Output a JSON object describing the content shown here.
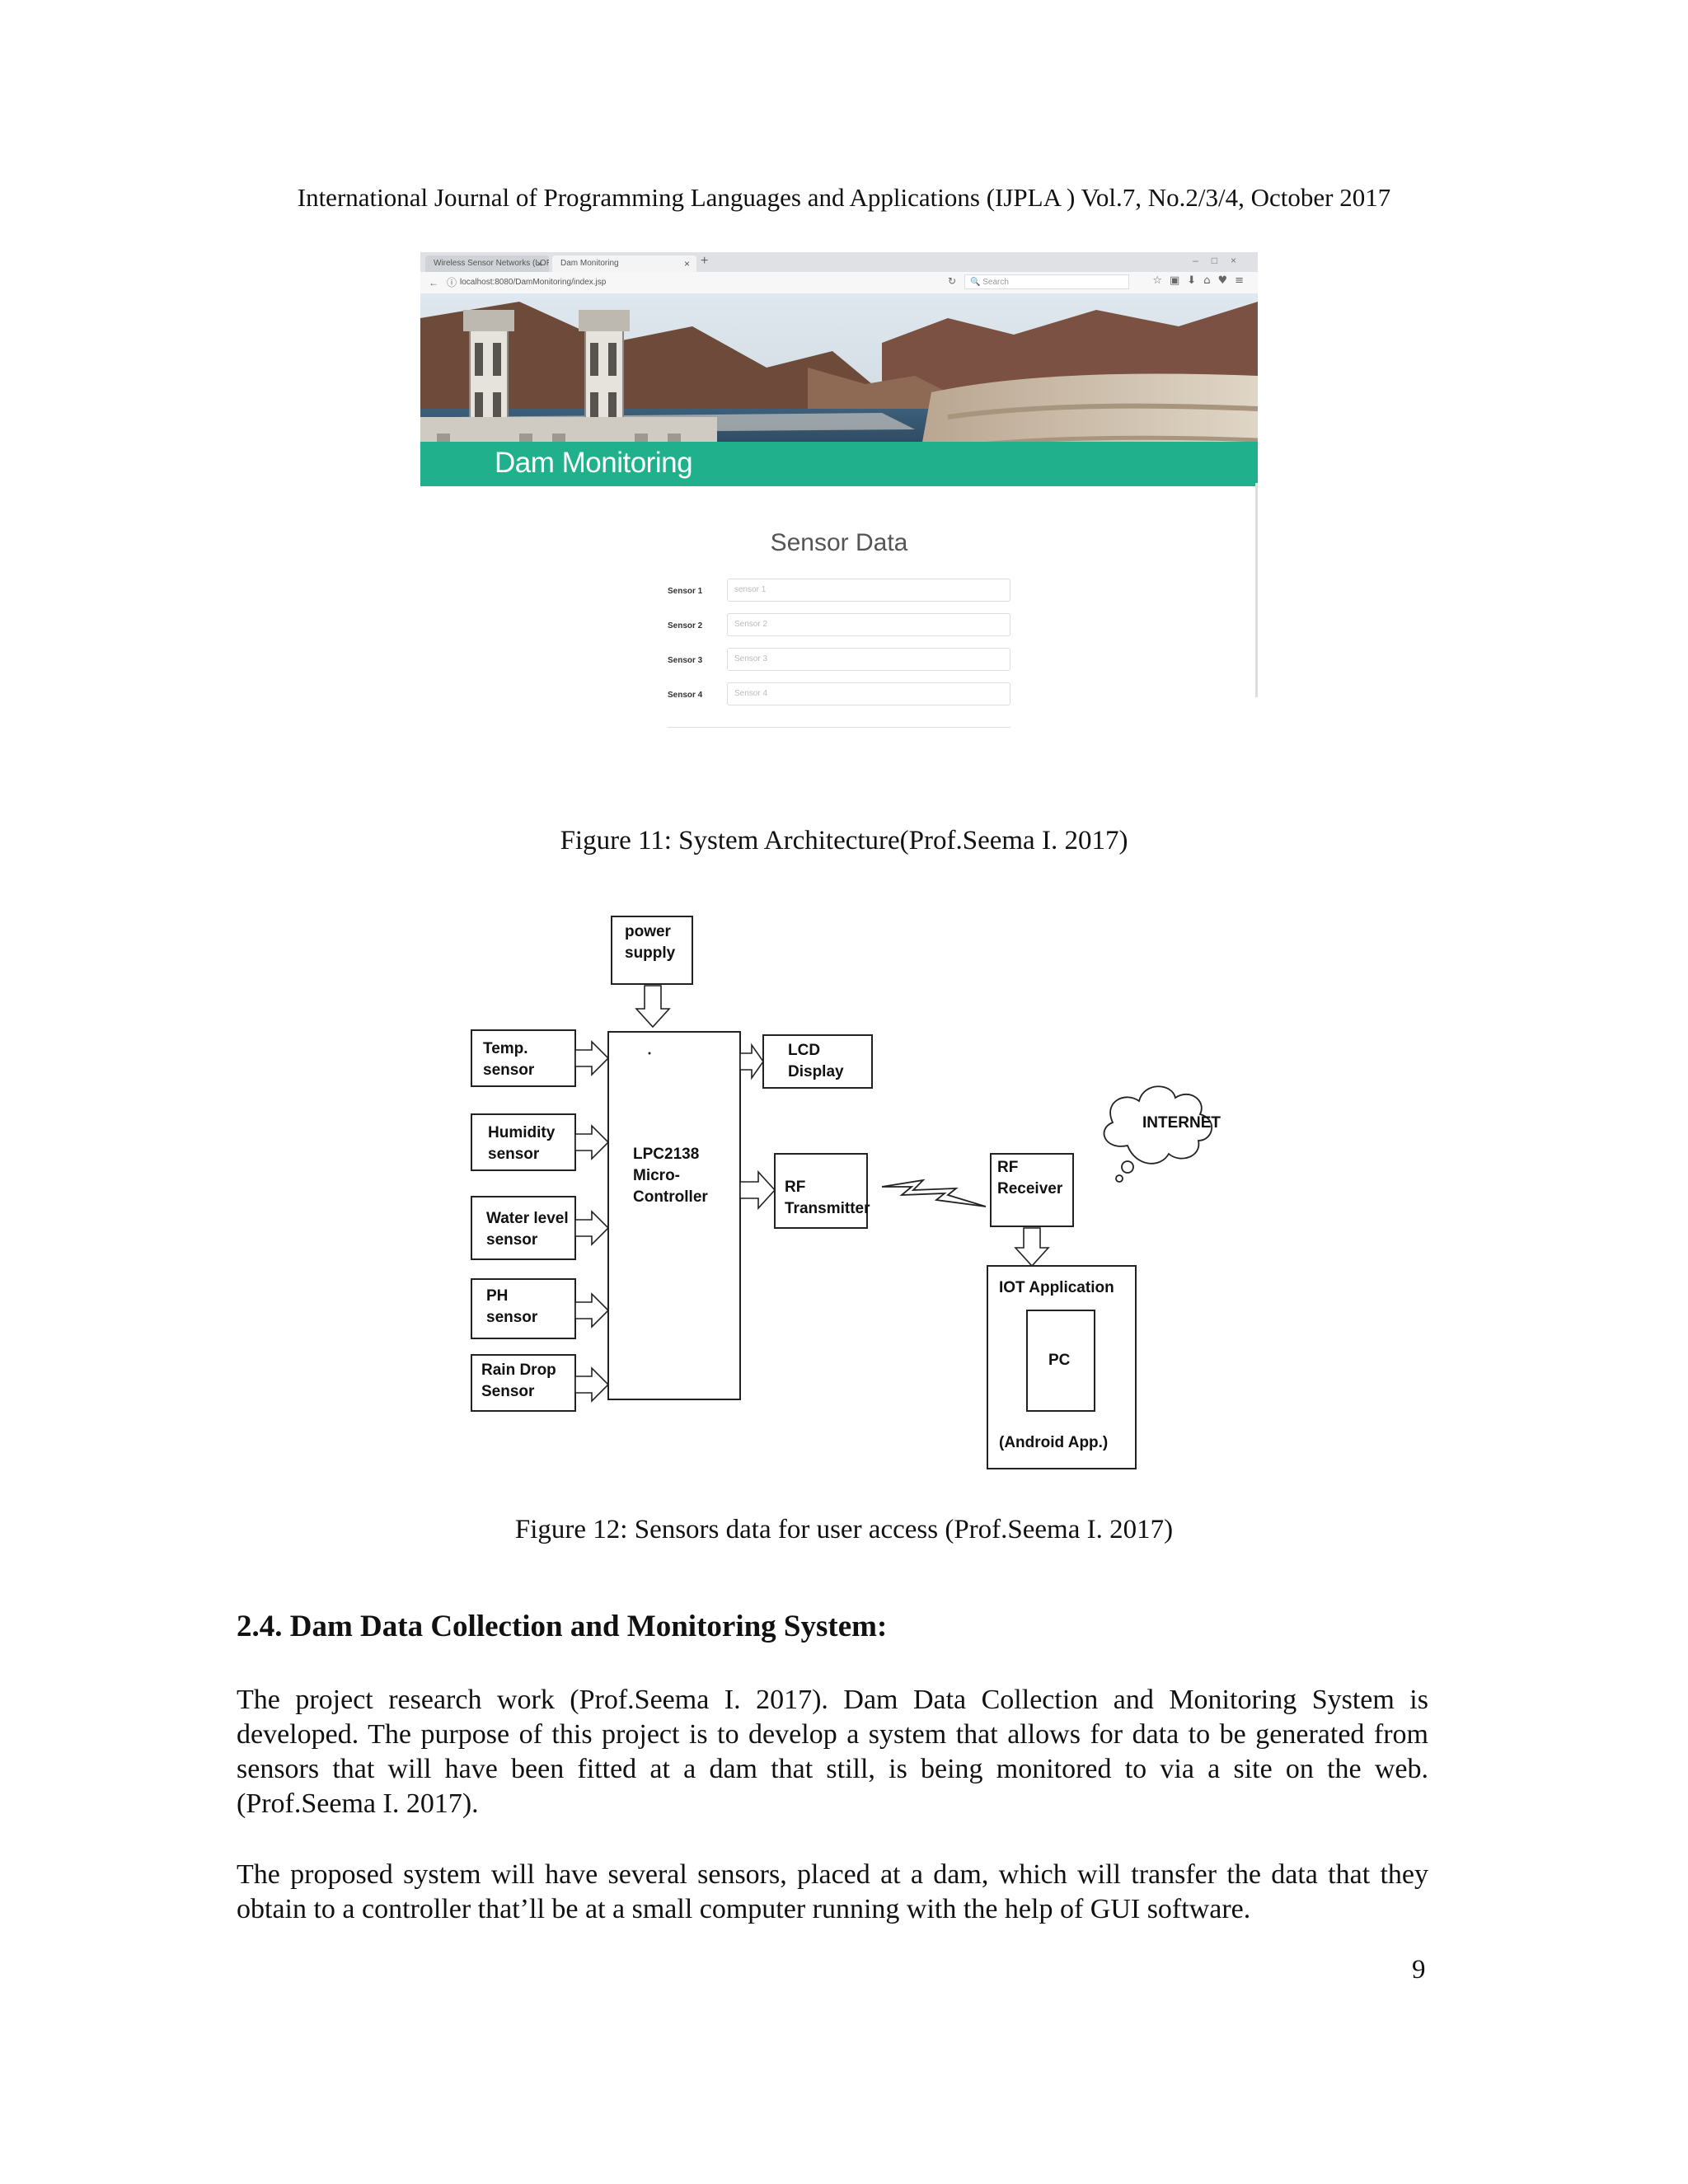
{
  "header": {
    "running_head": "International Journal of Programming Languages and Applications (IJPLA ) Vol.7, No.2/3/4, October 2017"
  },
  "figure11": {
    "browser": {
      "tab1_label": "Wireless Sensor Networks (LORA)...",
      "tab2_label": "Dam Monitoring",
      "url": "localhost:8080/DamMonitoring/index.jsp",
      "search_placeholder": "Search"
    },
    "banner_title": "Dam Monitoring",
    "form_title": "Sensor Data",
    "sensors": [
      {
        "label": "Sensor 1",
        "placeholder": "sensor 1"
      },
      {
        "label": "Sensor 2",
        "placeholder": "Sensor 2"
      },
      {
        "label": "Sensor 3",
        "placeholder": "Sensor 3"
      },
      {
        "label": "Sensor 4",
        "placeholder": "Sensor 4"
      }
    ],
    "caption": "Figure 11: System Architecture(Prof.Seema I. 2017)"
  },
  "figure12": {
    "power_supply": [
      "power",
      "supply"
    ],
    "sensors": [
      [
        "Temp.",
        "sensor"
      ],
      [
        "Humidity",
        "sensor"
      ],
      [
        "Water level",
        "sensor"
      ],
      [
        "PH",
        "sensor"
      ],
      [
        "Rain Drop",
        "Sensor"
      ]
    ],
    "microcontroller": [
      "LPC2138",
      "Micro-",
      "Controller"
    ],
    "lcd": [
      "LCD",
      "Display"
    ],
    "rf_transmitter": [
      "RF",
      "Transmitter"
    ],
    "rf_receiver": [
      "RF",
      "Receiver"
    ],
    "internet": "INTERNET",
    "iot_application": "IOT Application",
    "pc": "PC",
    "android": "(Android App.)",
    "caption": "Figure 12: Sensors data for user access (Prof.Seema I. 2017)"
  },
  "section": {
    "heading": "2.4. Dam Data Collection and Monitoring System:",
    "paragraphs": [
      "The project research work (Prof.Seema I. 2017). Dam Data Collection and Monitoring System is developed. The purpose of this project is to develop a system that allows for data to be generated from sensors that will have been fitted at a dam that still, is being monitored to via a site on the web. (Prof.Seema I. 2017).",
      "The proposed system will have several sensors, placed at a dam, which will transfer the data that they obtain to a controller that’ll be at a small computer running with the help of GUI software."
    ]
  },
  "page_number": "9"
}
